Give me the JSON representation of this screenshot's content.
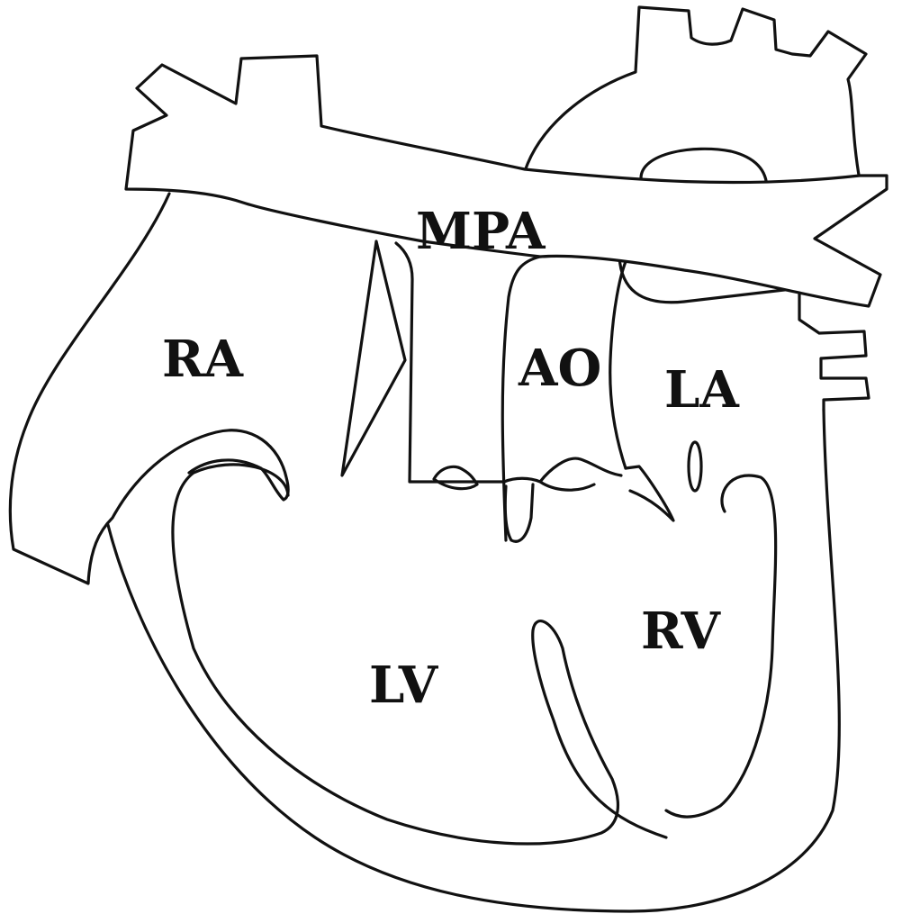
{
  "diagram": {
    "labels": {
      "mpa": "MPA",
      "ra": "RA",
      "ao": "AO",
      "la": "LA",
      "rv": "RV",
      "lv": "LV"
    },
    "colors": {
      "stroke": "#111111",
      "background": "#ffffff"
    }
  }
}
